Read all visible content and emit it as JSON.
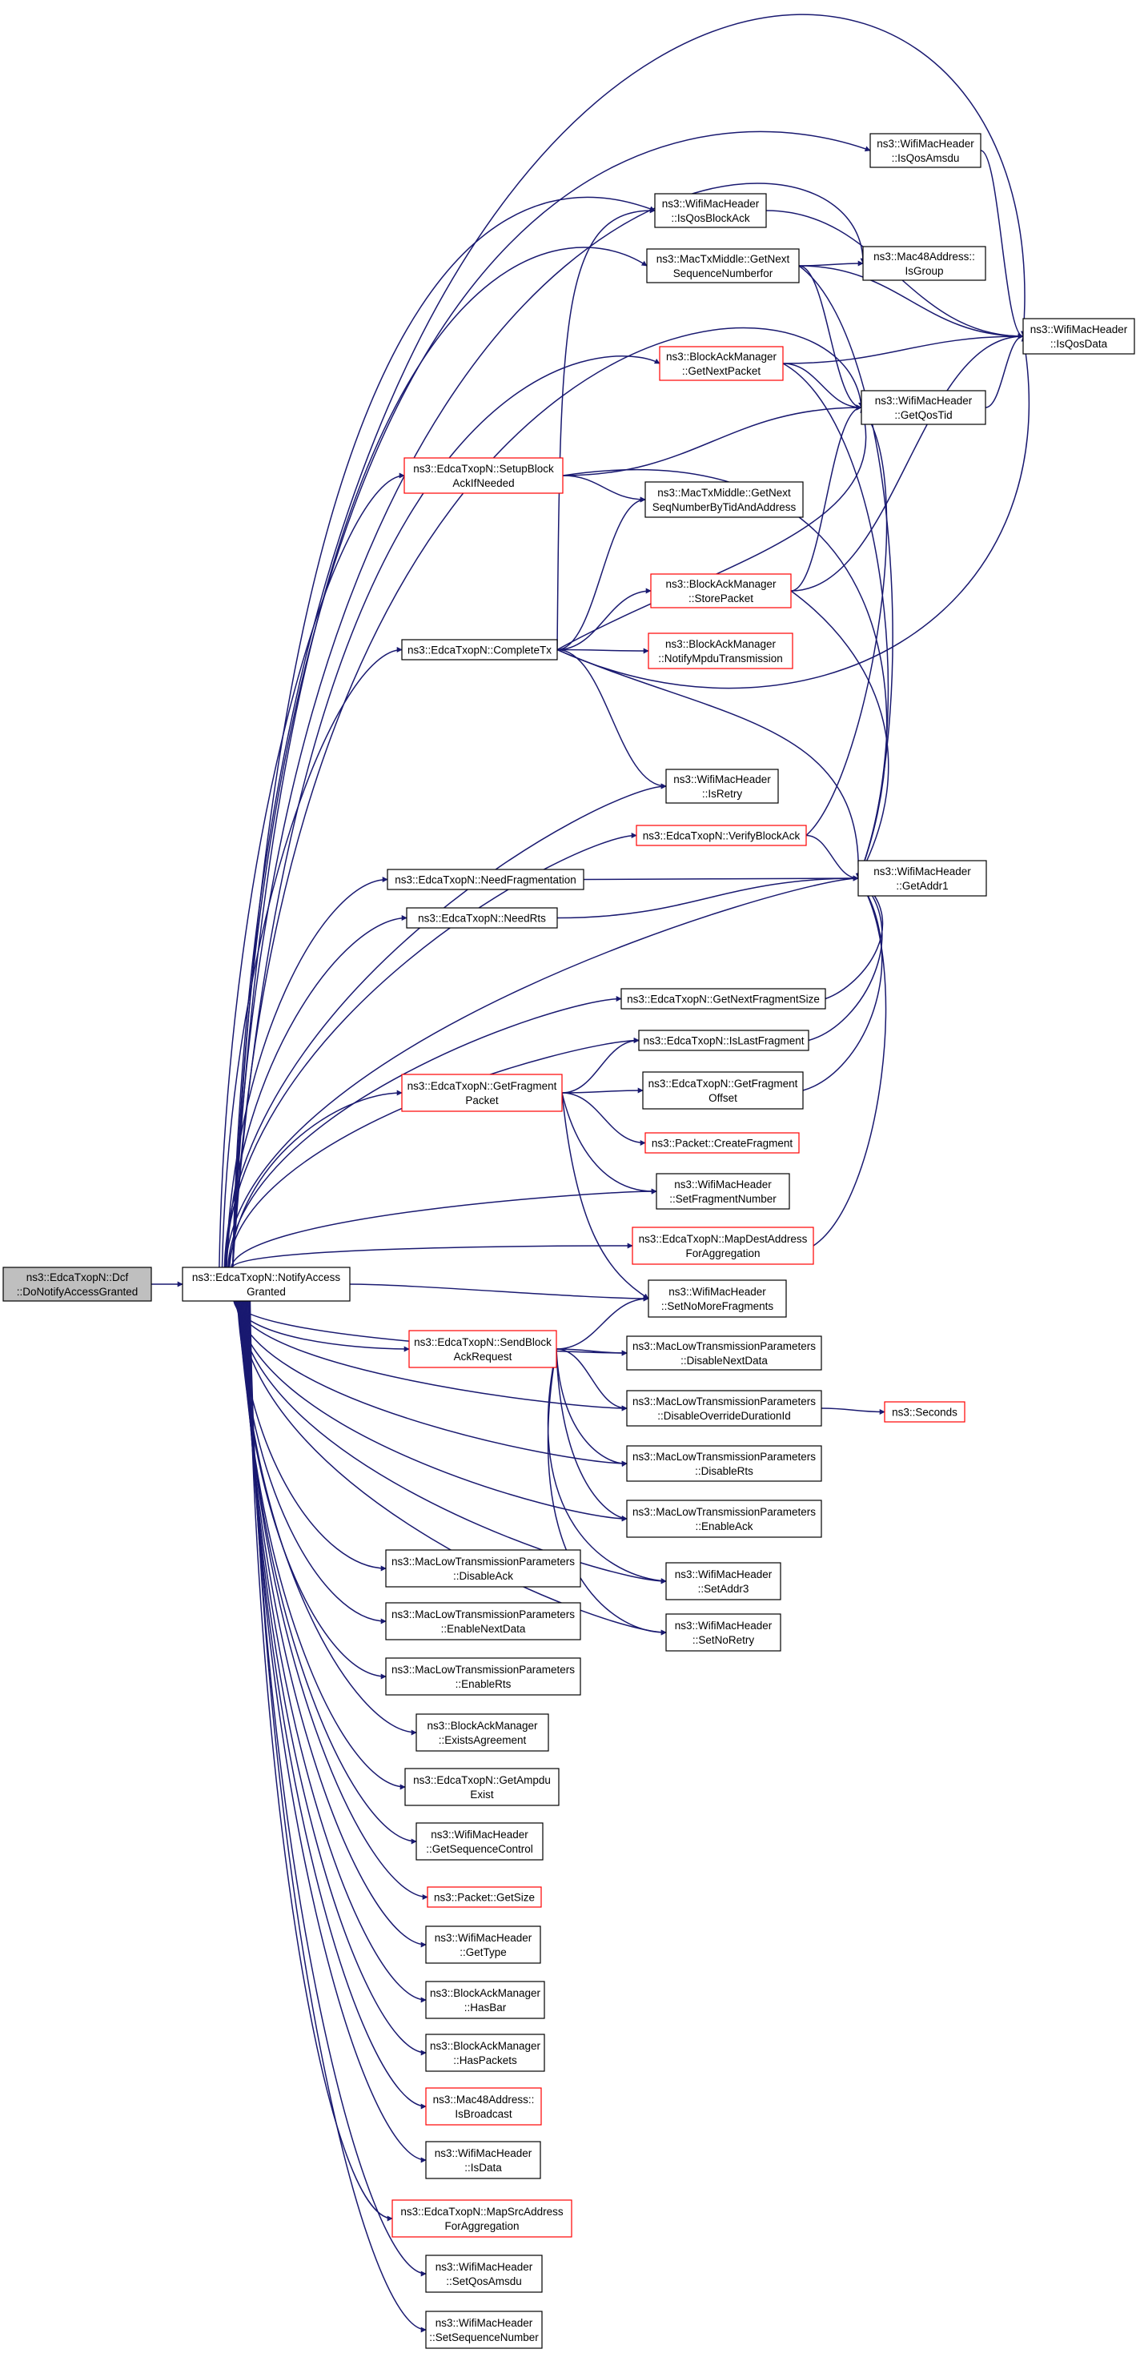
{
  "colors": {
    "edge": "#191970",
    "box_normal": "#000000",
    "box_undocumented": "#ff0000",
    "fill_root": "#bfbfbf",
    "fill": "#ffffff"
  },
  "nodes": [
    {
      "id": "root",
      "lines": [
        "ns3::EdcaTxopN::Dcf",
        "::DoNotifyAccessGranted"
      ],
      "style": "root"
    },
    {
      "id": "nag",
      "lines": [
        "ns3::EdcaTxopN::NotifyAccess",
        "Granted"
      ],
      "style": "normal"
    },
    {
      "id": "isQosAmsdu",
      "lines": [
        "ns3::WifiMacHeader",
        "::IsQosAmsdu"
      ],
      "style": "normal"
    },
    {
      "id": "isQosBlockAck",
      "lines": [
        "ns3::WifiMacHeader",
        "::IsQosBlockAck"
      ],
      "style": "normal"
    },
    {
      "id": "getNextSeq",
      "lines": [
        "ns3::MacTxMiddle::GetNext",
        "SequenceNumberfor"
      ],
      "style": "normal"
    },
    {
      "id": "isGroup",
      "lines": [
        "ns3::Mac48Address::",
        "IsGroup"
      ],
      "style": "normal"
    },
    {
      "id": "isQosData",
      "lines": [
        "ns3::WifiMacHeader",
        "::IsQosData"
      ],
      "style": "normal"
    },
    {
      "id": "bamGetNext",
      "lines": [
        "ns3::BlockAckManager",
        "::GetNextPacket"
      ],
      "style": "red"
    },
    {
      "id": "getQosTid",
      "lines": [
        "ns3::WifiMacHeader",
        "::GetQosTid"
      ],
      "style": "normal"
    },
    {
      "id": "setupBA",
      "lines": [
        "ns3::EdcaTxopN::SetupBlock",
        "AckIfNeeded"
      ],
      "style": "red"
    },
    {
      "id": "seqByTid",
      "lines": [
        "ns3::MacTxMiddle::GetNext",
        "SeqNumberByTidAndAddress"
      ],
      "style": "normal"
    },
    {
      "id": "storePacket",
      "lines": [
        "ns3::BlockAckManager",
        "::StorePacket"
      ],
      "style": "red"
    },
    {
      "id": "completeTx",
      "lines": [
        "ns3::EdcaTxopN::CompleteTx"
      ],
      "style": "normal"
    },
    {
      "id": "notifyMpdu",
      "lines": [
        "ns3::BlockAckManager",
        "::NotifyMpduTransmission"
      ],
      "style": "red"
    },
    {
      "id": "isRetry",
      "lines": [
        "ns3::WifiMacHeader",
        "::IsRetry"
      ],
      "style": "normal"
    },
    {
      "id": "verifyBA",
      "lines": [
        "ns3::EdcaTxopN::VerifyBlockAck"
      ],
      "style": "red"
    },
    {
      "id": "getAddr1",
      "lines": [
        "ns3::WifiMacHeader",
        "::GetAddr1"
      ],
      "style": "normal"
    },
    {
      "id": "needFrag",
      "lines": [
        "ns3::EdcaTxopN::NeedFragmentation"
      ],
      "style": "normal"
    },
    {
      "id": "needRts",
      "lines": [
        "ns3::EdcaTxopN::NeedRts"
      ],
      "style": "normal"
    },
    {
      "id": "nextFragSize",
      "lines": [
        "ns3::EdcaTxopN::GetNextFragmentSize"
      ],
      "style": "normal"
    },
    {
      "id": "isLastFrag",
      "lines": [
        "ns3::EdcaTxopN::IsLastFragment"
      ],
      "style": "normal"
    },
    {
      "id": "getFragPacket",
      "lines": [
        "ns3::EdcaTxopN::GetFragment",
        "Packet"
      ],
      "style": "red"
    },
    {
      "id": "fragOffset",
      "lines": [
        "ns3::EdcaTxopN::GetFragment",
        "Offset"
      ],
      "style": "normal"
    },
    {
      "id": "createFrag",
      "lines": [
        "ns3::Packet::CreateFragment"
      ],
      "style": "red"
    },
    {
      "id": "setFragNum",
      "lines": [
        "ns3::WifiMacHeader",
        "::SetFragmentNumber"
      ],
      "style": "normal"
    },
    {
      "id": "mapDest",
      "lines": [
        "ns3::EdcaTxopN::MapDestAddress",
        "ForAggregation"
      ],
      "style": "red"
    },
    {
      "id": "setNoMore",
      "lines": [
        "ns3::WifiMacHeader",
        "::SetNoMoreFragments"
      ],
      "style": "normal"
    },
    {
      "id": "sendBAR",
      "lines": [
        "ns3::EdcaTxopN::SendBlock",
        "AckRequest"
      ],
      "style": "red"
    },
    {
      "id": "disNextData",
      "lines": [
        "ns3::MacLowTransmissionParameters",
        "::DisableNextData"
      ],
      "style": "normal"
    },
    {
      "id": "disOverride",
      "lines": [
        "ns3::MacLowTransmissionParameters",
        "::DisableOverrideDurationId"
      ],
      "style": "normal"
    },
    {
      "id": "seconds",
      "lines": [
        "ns3::Seconds"
      ],
      "style": "red"
    },
    {
      "id": "disRts",
      "lines": [
        "ns3::MacLowTransmissionParameters",
        "::DisableRts"
      ],
      "style": "normal"
    },
    {
      "id": "enAck",
      "lines": [
        "ns3::MacLowTransmissionParameters",
        "::EnableAck"
      ],
      "style": "normal"
    },
    {
      "id": "setAddr3",
      "lines": [
        "ns3::WifiMacHeader",
        "::SetAddr3"
      ],
      "style": "normal"
    },
    {
      "id": "setNoRetry",
      "lines": [
        "ns3::WifiMacHeader",
        "::SetNoRetry"
      ],
      "style": "normal"
    },
    {
      "id": "disAck",
      "lines": [
        "ns3::MacLowTransmissionParameters",
        "::DisableAck"
      ],
      "style": "normal"
    },
    {
      "id": "enNextData",
      "lines": [
        "ns3::MacLowTransmissionParameters",
        "::EnableNextData"
      ],
      "style": "normal"
    },
    {
      "id": "enRts",
      "lines": [
        "ns3::MacLowTransmissionParameters",
        "::EnableRts"
      ],
      "style": "normal"
    },
    {
      "id": "existsAgr",
      "lines": [
        "ns3::BlockAckManager",
        "::ExistsAgreement"
      ],
      "style": "normal"
    },
    {
      "id": "getAmpdu",
      "lines": [
        "ns3::EdcaTxopN::GetAmpdu",
        "Exist"
      ],
      "style": "normal"
    },
    {
      "id": "getSeqCtrl",
      "lines": [
        "ns3::WifiMacHeader",
        "::GetSequenceControl"
      ],
      "style": "normal"
    },
    {
      "id": "getSize",
      "lines": [
        "ns3::Packet::GetSize"
      ],
      "style": "red"
    },
    {
      "id": "getType",
      "lines": [
        "ns3::WifiMacHeader",
        "::GetType"
      ],
      "style": "normal"
    },
    {
      "id": "hasBar",
      "lines": [
        "ns3::BlockAckManager",
        "::HasBar"
      ],
      "style": "normal"
    },
    {
      "id": "hasPackets",
      "lines": [
        "ns3::BlockAckManager",
        "::HasPackets"
      ],
      "style": "normal"
    },
    {
      "id": "isBroadcast",
      "lines": [
        "ns3::Mac48Address::",
        "IsBroadcast"
      ],
      "style": "red"
    },
    {
      "id": "isData",
      "lines": [
        "ns3::WifiMacHeader",
        "::IsData"
      ],
      "style": "normal"
    },
    {
      "id": "mapSrc",
      "lines": [
        "ns3::EdcaTxopN::MapSrcAddress",
        "ForAggregation"
      ],
      "style": "red"
    },
    {
      "id": "setQosAmsdu",
      "lines": [
        "ns3::WifiMacHeader",
        "::SetQosAmsdu"
      ],
      "style": "normal"
    },
    {
      "id": "setSeqNum",
      "lines": [
        "ns3::WifiMacHeader",
        "::SetSequenceNumber"
      ],
      "style": "normal"
    }
  ],
  "edges": [
    [
      "root",
      "nag"
    ],
    [
      "nag",
      "isQosData"
    ],
    [
      "nag",
      "isQosAmsdu"
    ],
    [
      "nag",
      "isGroup"
    ],
    [
      "nag",
      "isQosBlockAck"
    ],
    [
      "nag",
      "getNextSeq"
    ],
    [
      "nag",
      "getQosTid"
    ],
    [
      "nag",
      "bamGetNext"
    ],
    [
      "nag",
      "setupBA"
    ],
    [
      "nag",
      "completeTx"
    ],
    [
      "nag",
      "isRetry"
    ],
    [
      "nag",
      "verifyBA"
    ],
    [
      "nag",
      "needFrag"
    ],
    [
      "nag",
      "needRts"
    ],
    [
      "nag",
      "getAddr1"
    ],
    [
      "nag",
      "nextFragSize"
    ],
    [
      "nag",
      "isLastFrag"
    ],
    [
      "nag",
      "getFragPacket"
    ],
    [
      "nag",
      "setFragNum"
    ],
    [
      "nag",
      "mapDest"
    ],
    [
      "nag",
      "setNoMore"
    ],
    [
      "nag",
      "sendBAR"
    ],
    [
      "nag",
      "disNextData"
    ],
    [
      "nag",
      "disOverride"
    ],
    [
      "nag",
      "disRts"
    ],
    [
      "nag",
      "enAck"
    ],
    [
      "nag",
      "setAddr3"
    ],
    [
      "nag",
      "setNoRetry"
    ],
    [
      "nag",
      "disAck"
    ],
    [
      "nag",
      "enNextData"
    ],
    [
      "nag",
      "enRts"
    ],
    [
      "nag",
      "existsAgr"
    ],
    [
      "nag",
      "getAmpdu"
    ],
    [
      "nag",
      "getSeqCtrl"
    ],
    [
      "nag",
      "getSize"
    ],
    [
      "nag",
      "getType"
    ],
    [
      "nag",
      "hasBar"
    ],
    [
      "nag",
      "hasPackets"
    ],
    [
      "nag",
      "isBroadcast"
    ],
    [
      "nag",
      "isData"
    ],
    [
      "nag",
      "mapSrc"
    ],
    [
      "nag",
      "setQosAmsdu"
    ],
    [
      "nag",
      "setSeqNum"
    ],
    [
      "isQosAmsdu",
      "isQosData"
    ],
    [
      "isQosBlockAck",
      "isQosData"
    ],
    [
      "getNextSeq",
      "isGroup"
    ],
    [
      "getNextSeq",
      "isQosData"
    ],
    [
      "getNextSeq",
      "getQosTid"
    ],
    [
      "getNextSeq",
      "getAddr1"
    ],
    [
      "bamGetNext",
      "isQosData"
    ],
    [
      "bamGetNext",
      "getQosTid"
    ],
    [
      "bamGetNext",
      "getAddr1"
    ],
    [
      "getQosTid",
      "isQosData"
    ],
    [
      "setupBA",
      "getQosTid"
    ],
    [
      "setupBA",
      "seqByTid"
    ],
    [
      "setupBA",
      "getAddr1"
    ],
    [
      "storePacket",
      "getQosTid"
    ],
    [
      "storePacket",
      "isQosData"
    ],
    [
      "storePacket",
      "getAddr1"
    ],
    [
      "completeTx",
      "isQosBlockAck"
    ],
    [
      "completeTx",
      "seqByTid"
    ],
    [
      "completeTx",
      "getQosTid"
    ],
    [
      "completeTx",
      "storePacket"
    ],
    [
      "completeTx",
      "notifyMpdu"
    ],
    [
      "completeTx",
      "isQosData"
    ],
    [
      "completeTx",
      "getAddr1"
    ],
    [
      "completeTx",
      "isRetry"
    ],
    [
      "verifyBA",
      "getQosTid"
    ],
    [
      "verifyBA",
      "getAddr1"
    ],
    [
      "needFrag",
      "getAddr1"
    ],
    [
      "needRts",
      "getAddr1"
    ],
    [
      "nextFragSize",
      "getAddr1"
    ],
    [
      "isLastFrag",
      "getAddr1"
    ],
    [
      "fragOffset",
      "getAddr1"
    ],
    [
      "mapDest",
      "getAddr1"
    ],
    [
      "getFragPacket",
      "isLastFrag"
    ],
    [
      "getFragPacket",
      "fragOffset"
    ],
    [
      "getFragPacket",
      "createFrag"
    ],
    [
      "getFragPacket",
      "setFragNum"
    ],
    [
      "getFragPacket",
      "setNoMore"
    ],
    [
      "sendBAR",
      "setNoMore"
    ],
    [
      "sendBAR",
      "disNextData"
    ],
    [
      "sendBAR",
      "disOverride"
    ],
    [
      "sendBAR",
      "disRts"
    ],
    [
      "sendBAR",
      "enAck"
    ],
    [
      "sendBAR",
      "setAddr3"
    ],
    [
      "sendBAR",
      "setNoRetry"
    ],
    [
      "disOverride",
      "seconds"
    ]
  ]
}
